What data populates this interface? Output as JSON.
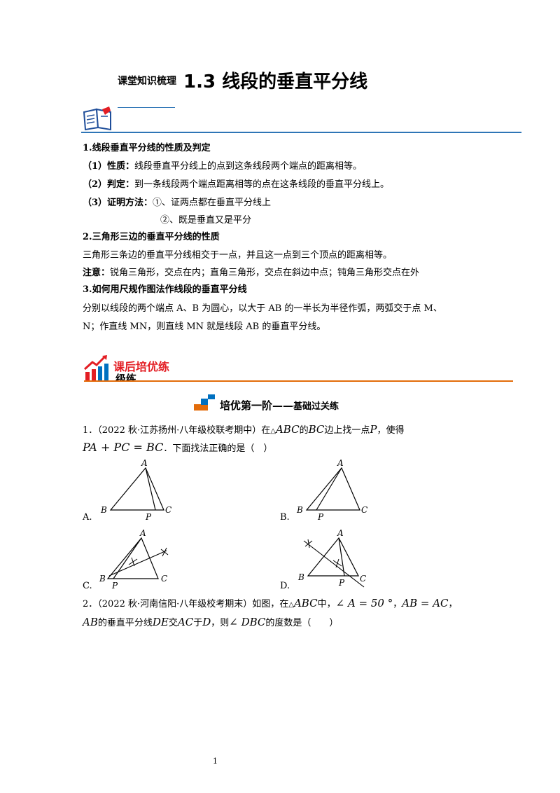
{
  "header": {
    "label": "课堂知识梳理",
    "title": "1.3 线段的垂直平分线"
  },
  "sec1": {
    "heading": "1.线段垂直平分线的性质及判定",
    "p1_label": "（1）性质：",
    "p1_text": "线段垂直平分线上的点到这条线段两个端点的距离相等。",
    "p2_label": "（2）判定：",
    "p2_text": "到一条线段两个端点距离相等的点在这条线段的垂直平分线上。",
    "p3_label": "（3）证明方法：",
    "p3_text": "①、证两点都在垂直平分线上",
    "p3_text2": "②、既是垂直又是平分"
  },
  "sec2": {
    "heading": "2.三角形三边的垂直平分线的性质",
    "text": "三角形三条边的垂直平分线相交于一点，并且这一点到三个顶点的距离相等。",
    "note_label": "注意：",
    "note_text": "锐角三角形，交点在内；直角三角形，交点在斜边中点；钝角三角形交点在外"
  },
  "sec3": {
    "heading": "3.如何用尺规作图法作线段的垂直平分线",
    "line1": "分别以线段的两个端点 A、B 为圆心，以大于 AB 的一半长为半径作弧，两弧交于点 M、",
    "line2": "N；作直线 MN，则直线 MN 就是线段 AB 的垂直平分线。"
  },
  "practice": {
    "label": "课后培优练",
    "sublabel": "级练",
    "tier_title": "培优第一阶——",
    "tier_subtitle": "基础过关练"
  },
  "q1": {
    "num": "1．",
    "source": "（2022 秋·江苏扬州·八年级校联考期中）在",
    "tri": "△",
    "abc": "ABC",
    "de": "的",
    "bc": "BC",
    "rest": "边上找一点",
    "p": "P",
    "rest2": "，使得",
    "line2_eq": "PA + PC = BC",
    "line2_rest": "．下面找法正确的是（　）",
    "optA": "A.",
    "optB": "B.",
    "optC": "C.",
    "optD": "D.",
    "lbl_A": "A",
    "lbl_B": "B",
    "lbl_C": "C",
    "lbl_P": "P"
  },
  "q2": {
    "num": "2．",
    "source": "（2022 秋·河南信阳·八年级校考期末）如图，在",
    "tri": "△",
    "abc": "ABC",
    "mid": "中，",
    "angle_a": "∠ A = 50 °",
    "comma": "，",
    "ab_ac": "AB = AC",
    "comma2": "，",
    "ab": "AB",
    "l2a": "的垂直平分线",
    "de": "DE",
    "l2b": "交",
    "ac": "AC",
    "l2c": "于",
    "d": "D",
    "l2d": "，则",
    "dbc": "∠ DBC",
    "l2e": "的度数是（　　）"
  },
  "footer": {
    "page": "1"
  },
  "colors": {
    "blue_rule": "#2e75b6",
    "orange_rule": "#e36c0a",
    "red": "#e31e24",
    "blue_icon": "#0070c0"
  }
}
